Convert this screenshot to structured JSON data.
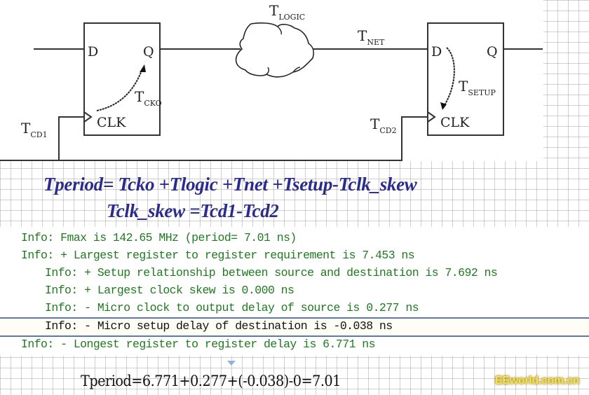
{
  "diagram": {
    "ff1": {
      "d": "D",
      "q": "Q",
      "clk": "CLK"
    },
    "ff2": {
      "d": "D",
      "q": "Q",
      "clk": "CLK"
    },
    "labels": {
      "tcko_main": "T",
      "tcko_sub": "CKO",
      "tcd1_main": "T",
      "tcd1_sub": "CD1",
      "tlogic_main": "T",
      "tlogic_sub": "LOGIC",
      "tnet_main": "T",
      "tnet_sub": "NET",
      "tsetup_main": "T",
      "tsetup_sub": "SETUP",
      "tcd2_main": "T",
      "tcd2_sub": "CD2"
    }
  },
  "equations": {
    "tperiod": "Tperiod= Tcko +Tlogic +Tnet +Tsetup-Tclk_skew",
    "tclk_skew": "Tclk_skew =Tcd1-Tcd2"
  },
  "log": {
    "lines": [
      "Info: Fmax is 142.65 MHz (period= 7.01 ns)",
      "Info: + Largest register to register requirement is 7.453 ns",
      "Info: + Setup relationship between source and destination is 7.692 ns",
      "Info: + Largest clock skew is 0.000 ns",
      "Info: - Micro clock to output delay of source is 0.277 ns",
      "Info: - Micro setup delay of destination is -0.038 ns",
      "Info: - Longest register to register delay is 6.771 ns"
    ],
    "selected_index": 5
  },
  "calculation": "Tperiod=6.771+0.277+(-0.038)-0=7.01",
  "watermark": "EEworld.com.cn",
  "colors": {
    "equation": "#2b2b8c",
    "log_text": "#1f7a1f",
    "selection_border": "#5b78b0"
  }
}
